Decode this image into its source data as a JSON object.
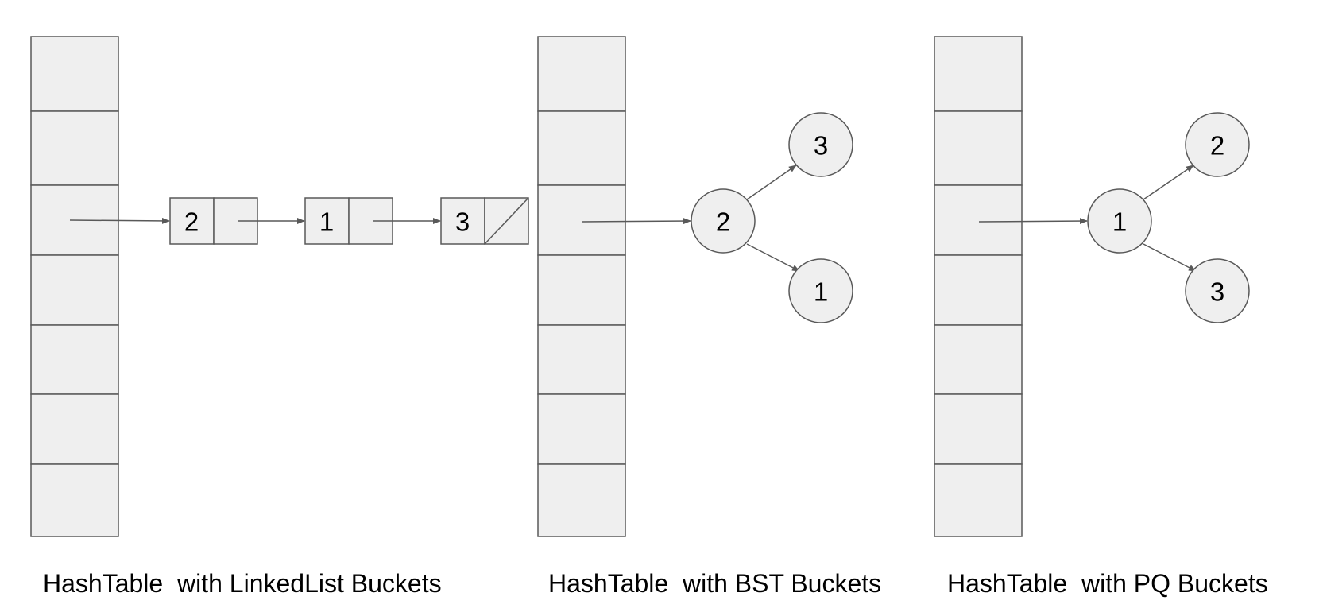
{
  "colors": {
    "fill": "#efefef",
    "stroke": "#595959",
    "text": "#000000",
    "background": "#ffffff"
  },
  "panels": [
    {
      "caption": "HashTable  with LinkedList Buckets",
      "bucket_type": "linked-list",
      "slot_count": 7,
      "active_slot": 3,
      "list_nodes": [
        {
          "value": "2",
          "next": "pointer"
        },
        {
          "value": "1",
          "next": "pointer"
        },
        {
          "value": "3",
          "next": "null"
        }
      ]
    },
    {
      "caption": "HashTable  with BST Buckets",
      "bucket_type": "bst",
      "slot_count": 7,
      "active_slot": 3,
      "tree": {
        "root": "2",
        "upper_child": "3",
        "lower_child": "1"
      }
    },
    {
      "caption": "HashTable  with PQ Buckets",
      "bucket_type": "priority-queue",
      "slot_count": 7,
      "active_slot": 3,
      "tree": {
        "root": "1",
        "upper_child": "2",
        "lower_child": "3"
      }
    }
  ]
}
